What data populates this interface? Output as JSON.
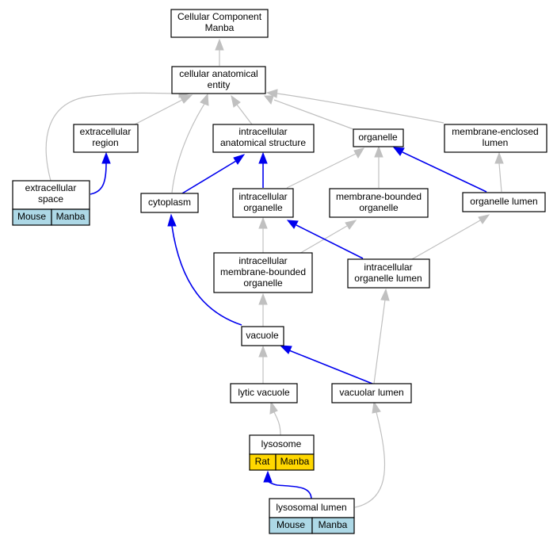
{
  "colors": {
    "is_a_edge": "#c0c0c0",
    "part_of_edge": "#0000ee",
    "tag_mouse_manba": "#add8e6",
    "tag_rat_manba": "#ffd700"
  },
  "nodes": {
    "root": {
      "line1": "Cellular Component",
      "line2": "Manba"
    },
    "cellular_anatomical_entity": {
      "line1": "cellular anatomical",
      "line2": "entity"
    },
    "extracellular_region": {
      "line1": "extracellular",
      "line2": "region"
    },
    "intracellular_anatomical_structure": {
      "line1": "intracellular",
      "line2": "anatomical structure"
    },
    "organelle": {
      "line1": "organelle"
    },
    "membrane_enclosed_lumen": {
      "line1": "membrane-enclosed",
      "line2": "lumen"
    },
    "extracellular_space": {
      "line1": "extracellular",
      "line2": "space",
      "tags": [
        "Mouse",
        "Manba"
      ]
    },
    "cytoplasm": {
      "line1": "cytoplasm"
    },
    "intracellular_organelle": {
      "line1": "intracellular",
      "line2": "organelle"
    },
    "membrane_bounded_organelle": {
      "line1": "membrane-bounded",
      "line2": "organelle"
    },
    "organelle_lumen": {
      "line1": "organelle lumen"
    },
    "intracellular_membrane_bounded_organelle": {
      "line1": "intracellular",
      "line2": "membrane-bounded",
      "line3": "organelle"
    },
    "intracellular_organelle_lumen": {
      "line1": "intracellular",
      "line2": "organelle lumen"
    },
    "vacuole": {
      "line1": "vacuole"
    },
    "lytic_vacuole": {
      "line1": "lytic vacuole"
    },
    "vacuolar_lumen": {
      "line1": "vacuolar lumen"
    },
    "lysosome": {
      "line1": "lysosome",
      "tags": [
        "Rat",
        "Manba"
      ]
    },
    "lysosomal_lumen": {
      "line1": "lysosomal lumen",
      "tags": [
        "Mouse",
        "Manba"
      ]
    }
  }
}
